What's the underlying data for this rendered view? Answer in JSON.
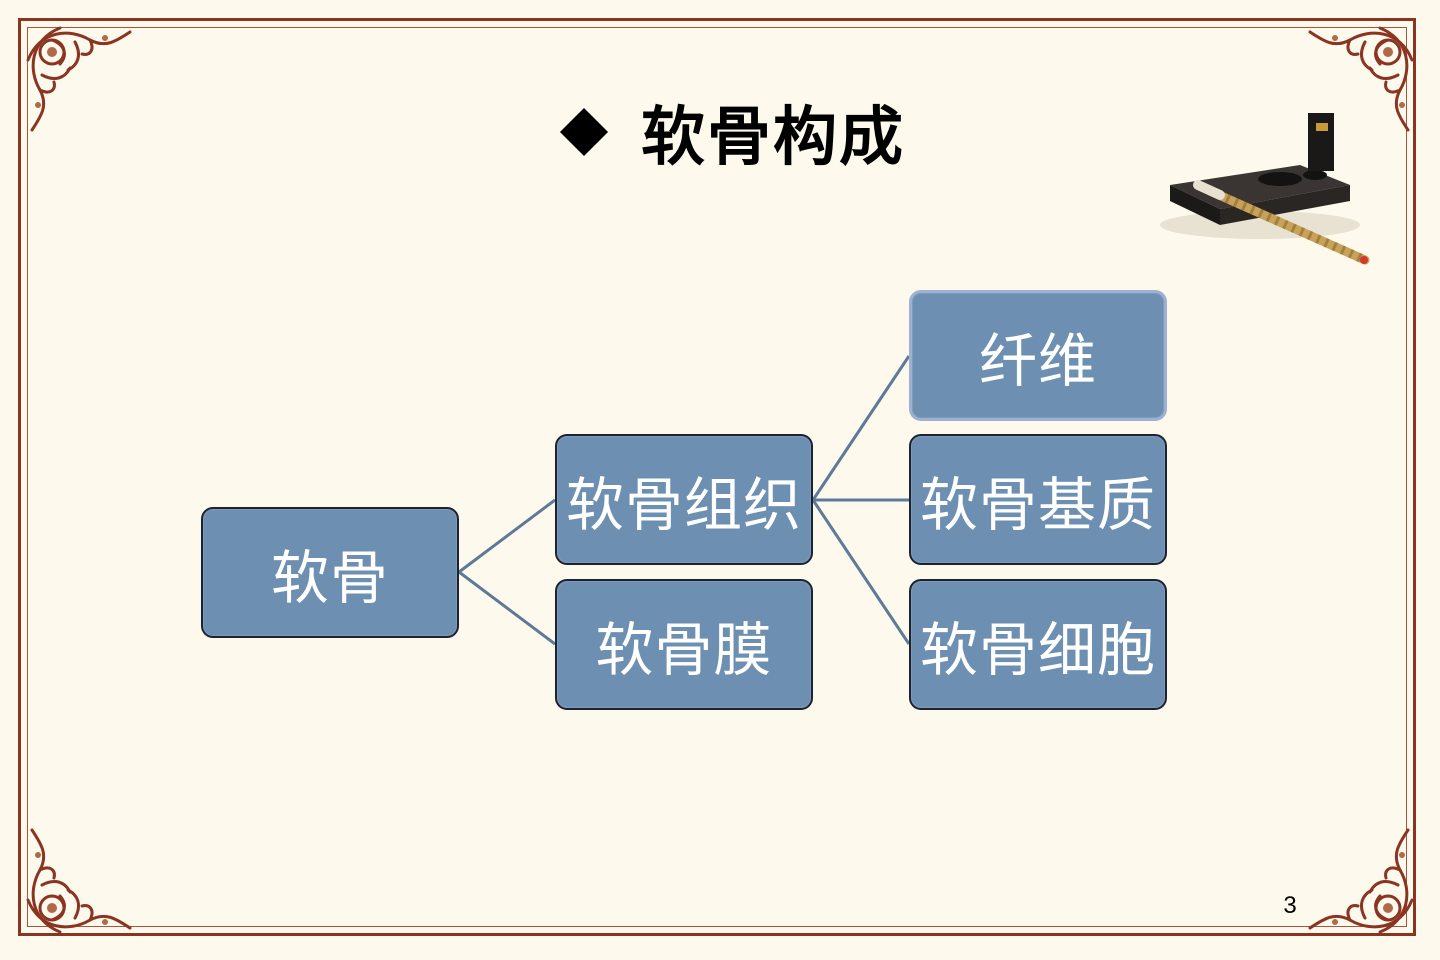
{
  "slide": {
    "title": "软骨构成",
    "page_number": "3"
  },
  "diagram": {
    "root": "软骨",
    "level1": [
      "软骨组织",
      "软骨膜"
    ],
    "level2": [
      "纤维",
      "软骨基质",
      "软骨细胞"
    ]
  },
  "colors": {
    "background": "#fdf9ec",
    "node_fill": "#6d8fb1",
    "node_border": "#1d2230",
    "connector": "#5d7a9a",
    "frame": "#8a3522"
  },
  "icons": [
    "ornate-corner-icon",
    "inkstone-brush-icon",
    "diamond-bullet-icon"
  ]
}
